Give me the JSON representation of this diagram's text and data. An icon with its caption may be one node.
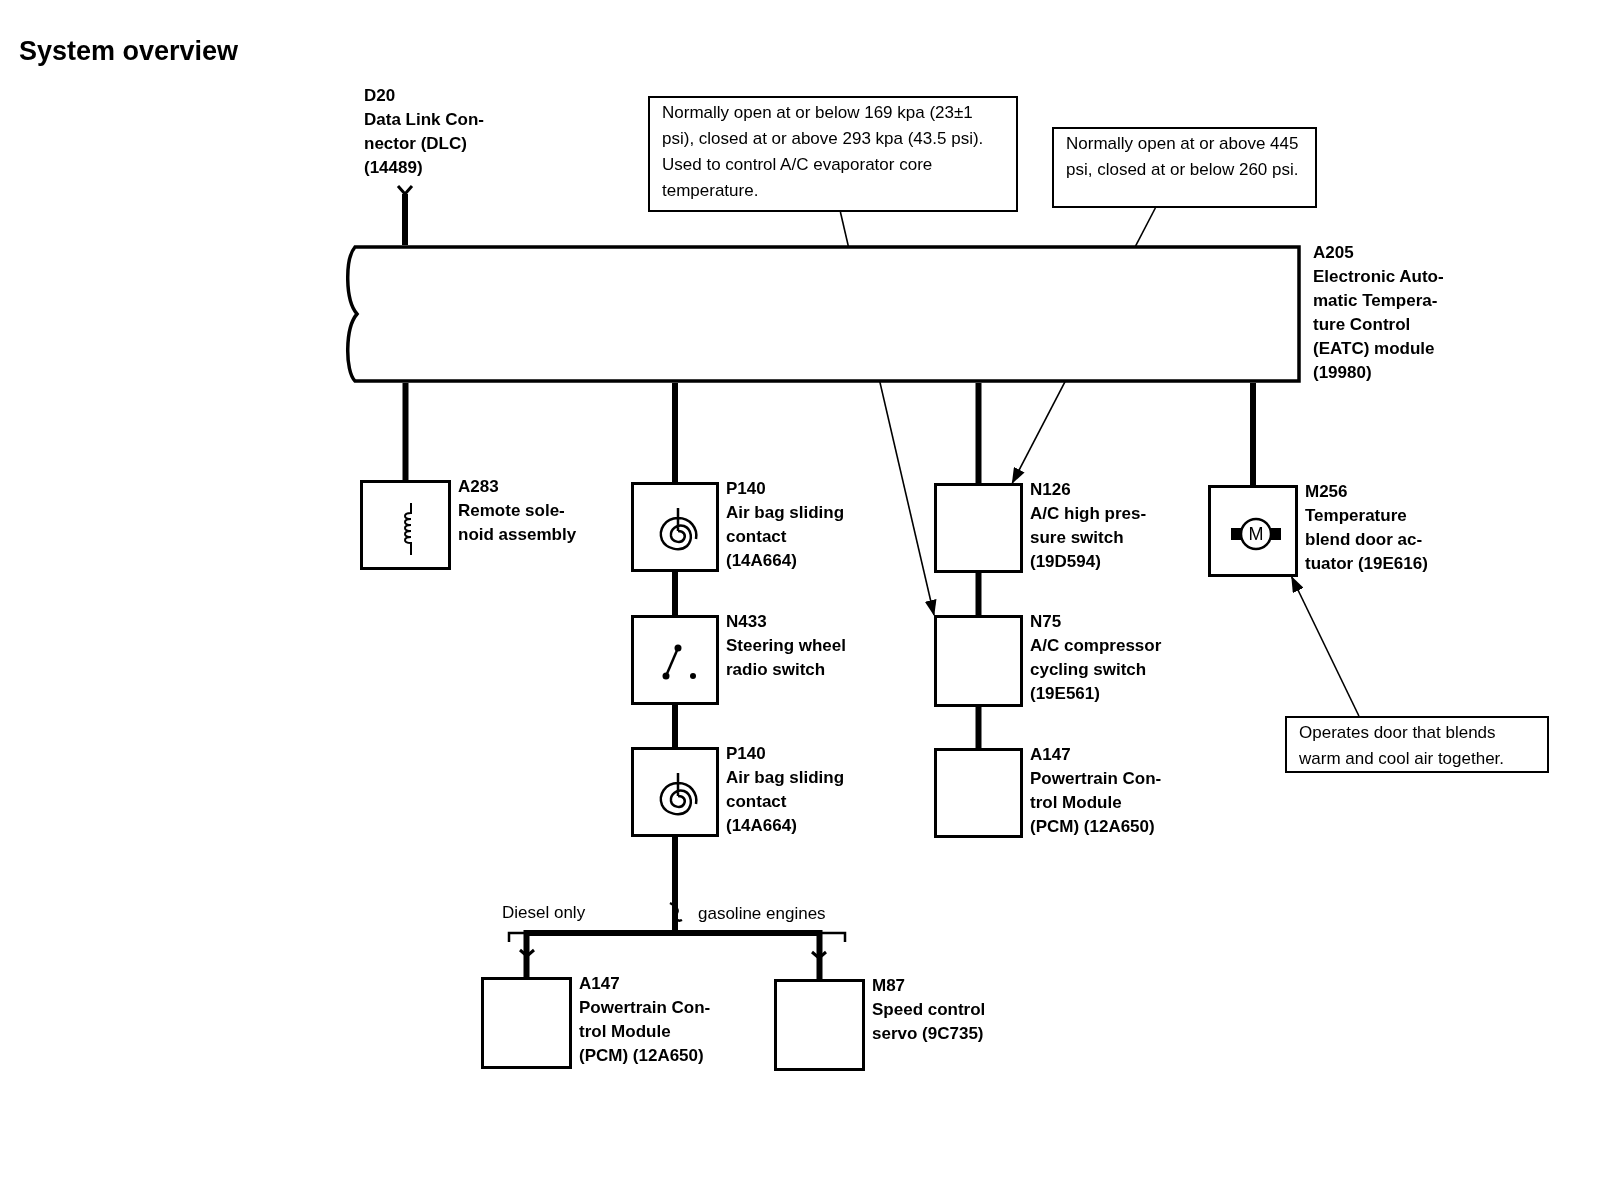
{
  "diagram": {
    "title": "System overview",
    "nodes": [
      {
        "text": [
          "A205",
          "Electronic Auto- matic Tempera- ture Control (EATC) module (19980)"
        ]
      },
      {
        "text": [
          "D20",
          "Data Link Con- nector (DLC) (14489)"
        ]
      },
      {
        "text": [
          "A283",
          "Remote sole- noid assembly"
        ]
      },
      {
        "text": [
          "P140",
          "Air bag sliding contact (14A664)"
        ]
      },
      {
        "text": [
          "N433",
          "Steering wheel radio switch"
        ]
      },
      {
        "text": [
          "P140",
          "Air bag sliding contact (14A664)"
        ]
      },
      {
        "text": [
          "A147",
          "Powertrain Con- trol Module (PCM) (12A650)"
        ]
      },
      {
        "text": [
          "M87",
          "Speed control servo (9C735)"
        ]
      },
      {
        "text": [
          "N126",
          "A/C high pres- sure switch (19D594)"
        ]
      },
      {
        "text": [
          "N75",
          "A/C compressor cycling switch (19E561)"
        ]
      },
      {
        "text": [
          "A147",
          "Powertrain Con- trol Module (PCM) (12A650)"
        ]
      },
      {
        "text": [
          "M256",
          "Temperature blend door ac- tuator (19E616)"
        ]
      },
      {
        "text": [
          "Normally open at or below 169 kpa (23±1 psi), closed at or above 293 kpa (43.5 psi). Used to control A/C evaporator core temperature."
        ]
      },
      {
        "text": [
          "Normally open at or above 445 psi, closed at or below 260 psi."
        ]
      },
      {
        "text": [
          "Operates door that blends warm and cool air together."
        ]
      }
    ],
    "edges": [
      {
        "from": 0,
        "to": 1,
        "arrow": "other"
      },
      {
        "from": 0,
        "to": 2,
        "arrow": "none"
      },
      {
        "from": 0,
        "to": 3,
        "arrow": "none"
      },
      {
        "from": 3,
        "to": 4,
        "arrow": "none"
      },
      {
        "from": 4,
        "to": 5,
        "arrow": "none"
      },
      {
        "from": 5,
        "to": 6,
        "arrow": "none",
        "label": "Diesel only"
      },
      {
        "from": 5,
        "to": 7,
        "arrow": "none",
        "label": "gasoline engines"
      },
      {
        "from": 0,
        "to": 8,
        "arrow": "none"
      },
      {
        "from": 8,
        "to": 9,
        "arrow": "none"
      },
      {
        "from": 9,
        "to": 10,
        "arrow": "none"
      },
      {
        "from": 0,
        "to": 11,
        "arrow": "none"
      },
      {
        "from": 12,
        "to": 9,
        "arrow": "to"
      },
      {
        "from": 13,
        "to": 8,
        "arrow": "to"
      },
      {
        "from": 14,
        "to": 11,
        "arrow": "to"
      }
    ],
    "labels": [
      "M"
    ]
  }
}
